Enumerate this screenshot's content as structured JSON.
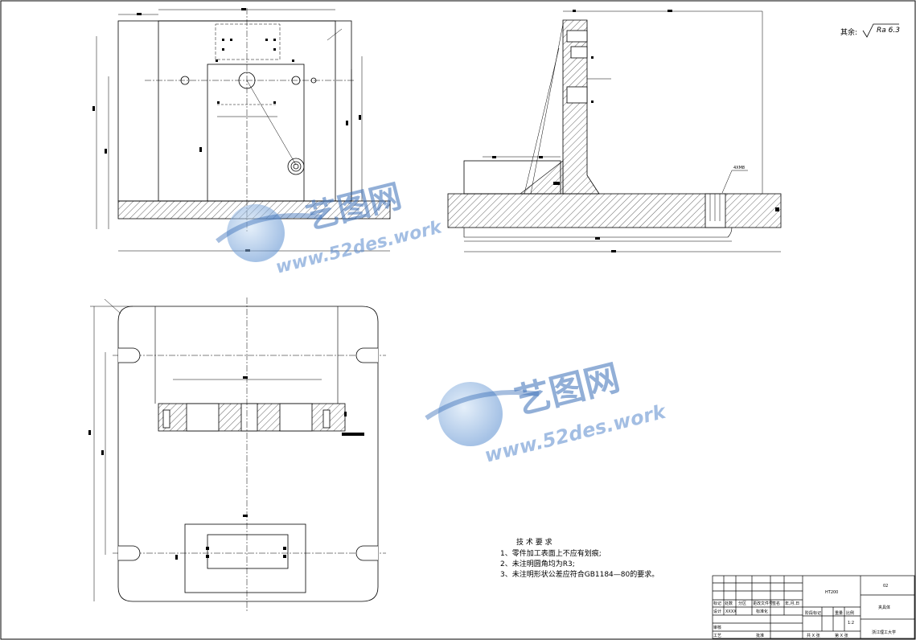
{
  "roughness": {
    "prefix": "其余:",
    "value": "Ra 6.3"
  },
  "tech": {
    "title": "技 术 要 求",
    "items": [
      "1、零件加工表面上不应有划痕;",
      "2、未注明圆角均为R3;",
      "3、未注明形状公差应符合GB1184—80的要求。"
    ]
  },
  "labels": {
    "thread": "4XM8"
  },
  "title_block": {
    "material": "HT200",
    "drawing_no": "02",
    "part_name": "夹具体",
    "school": "浙江理工大学",
    "scale_label": "比例",
    "weight_label": "重量",
    "stage_label": "阶段标记",
    "scale": "1:2",
    "designer_role": "设计",
    "designer": "XXXX",
    "standard_label": "标准化",
    "review_label": "审核",
    "process_label": "工艺",
    "approve_label": "批准",
    "header_cells": [
      "标记",
      "处数",
      "分区",
      "更改文件号",
      "签名",
      "年,月,日"
    ],
    "sheet_total": "共 X 张",
    "sheet_no": "第 X 张"
  },
  "watermark": {
    "brand": "艺图网",
    "url": "www.52des.work"
  }
}
